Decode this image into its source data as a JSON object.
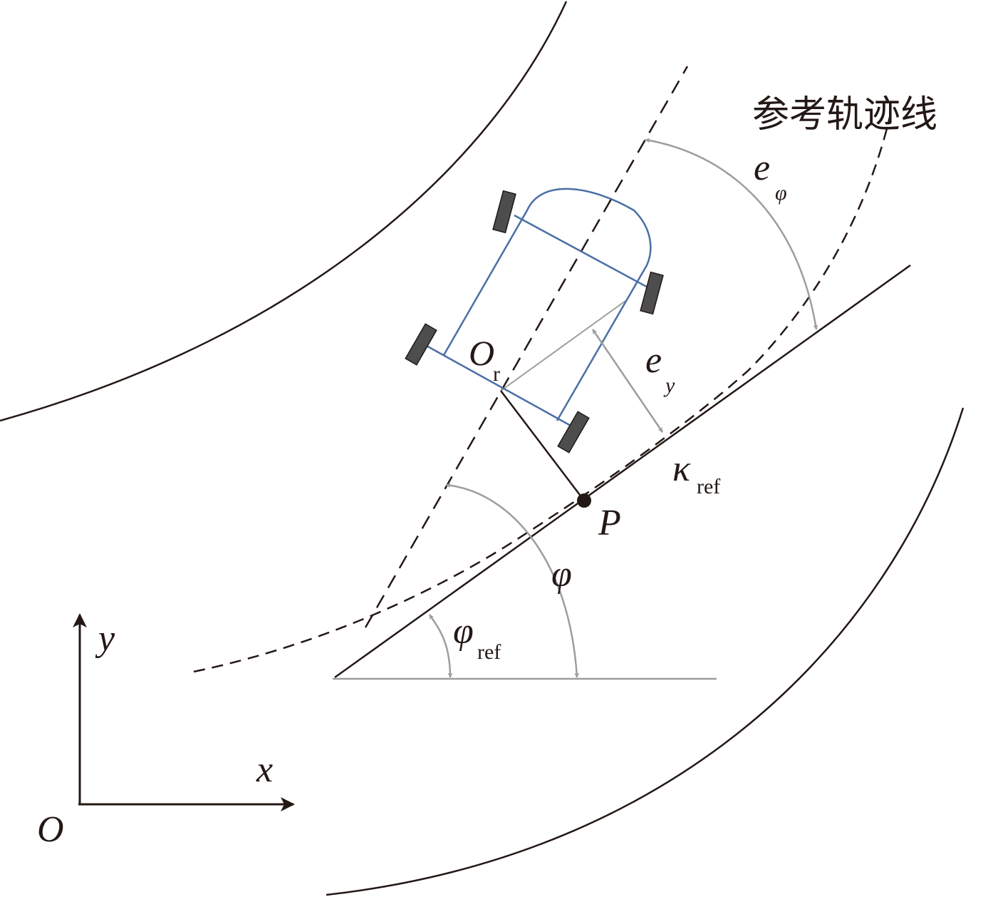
{
  "labels": {
    "reference_trajectory": "参考轨迹线",
    "heading_error_main": "e",
    "heading_error_sub": "φ",
    "lateral_error_main": "e",
    "lateral_error_sub": "y",
    "rear_axle_main": "O",
    "rear_axle_sub": "r",
    "curvature_main": "κ",
    "curvature_sub": "ref",
    "point_P": "P",
    "heading_angle": "φ",
    "ref_heading_main": "φ",
    "ref_heading_sub": "ref",
    "axis_x": "x",
    "axis_y": "y",
    "origin": "O"
  },
  "colors": {
    "road": "#231815",
    "vehicle": "#4a6fa5",
    "wheel": "#4d4d4d",
    "annotation_gray": "#9d9d9d",
    "text": "#231815"
  }
}
